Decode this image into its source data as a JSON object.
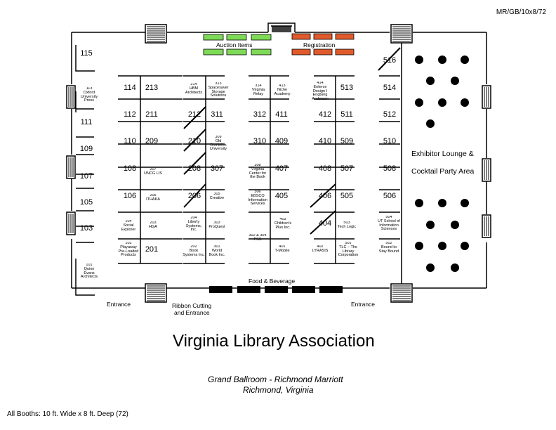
{
  "doc_code": "MR/GB/10x8/72",
  "association_title": "Virginia Library Association",
  "venue": "Grand Ballroom - Richmond Marriott",
  "city": "Richmond, Virginia",
  "booth_note": "All Booths:  10 ft. Wide x 8 ft. Deep  (72)",
  "areas": {
    "auction": "Auction Items",
    "registration": "Registration",
    "lounge_line1": "Exhibitor Lounge &",
    "lounge_line2": "Cocktail Party Area",
    "food": "Food & Beverage",
    "entrance_left": "Entrance",
    "entrance_right": "Entrance",
    "ribbon_line1": "Ribbon Cutting",
    "ribbon_line2": "and Entrance"
  },
  "colors": {
    "auction_tables": "#7ed957",
    "registration_tables": "#e05a2b",
    "food_tables": "#000000",
    "lines": "#000000"
  },
  "booths": [
    {
      "id": "b115",
      "text": "115"
    },
    {
      "id": "b113",
      "text": "113\nOxford\nUniversity\nPress"
    },
    {
      "id": "b111",
      "text": "111"
    },
    {
      "id": "b109",
      "text": "109"
    },
    {
      "id": "b107",
      "text": "107"
    },
    {
      "id": "b105",
      "text": "105"
    },
    {
      "id": "b103",
      "text": "103"
    },
    {
      "id": "b101",
      "text": "101\nQuinn\nEvans\nArchitects"
    },
    {
      "id": "b114",
      "text": "114"
    },
    {
      "id": "b112",
      "text": "112"
    },
    {
      "id": "b110",
      "text": "110"
    },
    {
      "id": "b108",
      "text": "108"
    },
    {
      "id": "b106",
      "text": "106"
    },
    {
      "id": "b104",
      "text": "104\nSocial\nExplorer"
    },
    {
      "id": "b102",
      "text": "102\nPlayaway\nPre-Loaded\nProducts"
    },
    {
      "id": "b213",
      "text": "213"
    },
    {
      "id": "b211",
      "text": "211"
    },
    {
      "id": "b209",
      "text": "209"
    },
    {
      "id": "b207",
      "text": "207\nUNCG LIS"
    },
    {
      "id": "b205",
      "text": "205\nITHAKA"
    },
    {
      "id": "b203",
      "text": "203\nHGA"
    },
    {
      "id": "b201",
      "text": "201"
    },
    {
      "id": "b214",
      "text": "214\nHBM\nArchitects"
    },
    {
      "id": "b212",
      "text": "212"
    },
    {
      "id": "b210",
      "text": "210"
    },
    {
      "id": "b208",
      "text": "208"
    },
    {
      "id": "b206",
      "text": "206"
    },
    {
      "id": "b204",
      "text": "204\nLiberty\nSystems,\nInc."
    },
    {
      "id": "b202",
      "text": "202\nBook\nSystems Inc."
    },
    {
      "id": "b313",
      "text": "313\nSpacesaver\nStorage\nSolutions"
    },
    {
      "id": "b311",
      "text": "311"
    },
    {
      "id": "b309",
      "text": "309\nOld\nDominion\nUniversity"
    },
    {
      "id": "b307",
      "text": "307"
    },
    {
      "id": "b305",
      "text": "305\nCreative"
    },
    {
      "id": "b303",
      "text": "303\nProQuest"
    },
    {
      "id": "b301",
      "text": "301\nWorld\nBook Inc."
    },
    {
      "id": "b314",
      "text": "314\nVirginia\nRelay"
    },
    {
      "id": "b312",
      "text": "312"
    },
    {
      "id": "b310",
      "text": "310"
    },
    {
      "id": "b308",
      "text": "308\nVirginia\nCenter for\nthe Book"
    },
    {
      "id": "b306",
      "text": "306\nEBSCO\nInformation\nServices"
    },
    {
      "id": "b302",
      "text": "302 & 304\nPSS"
    },
    {
      "id": "b413",
      "text": "413\nNiche\nAcademy"
    },
    {
      "id": "b411",
      "text": "411"
    },
    {
      "id": "b409",
      "text": "409"
    },
    {
      "id": "b407",
      "text": "407"
    },
    {
      "id": "b405",
      "text": "405"
    },
    {
      "id": "b403",
      "text": "403\nChildren's\nPlus Inc."
    },
    {
      "id": "b401",
      "text": "401\nT-Mobile"
    },
    {
      "id": "b414",
      "text": "414\nEnterce\nDesign I\nEngberg\nAnderson"
    },
    {
      "id": "b412",
      "text": "412"
    },
    {
      "id": "b410",
      "text": "410"
    },
    {
      "id": "b408",
      "text": "408"
    },
    {
      "id": "b406",
      "text": "406"
    },
    {
      "id": "b404",
      "text": "404"
    },
    {
      "id": "b402",
      "text": "402\nLYRASIS"
    },
    {
      "id": "b513",
      "text": "513"
    },
    {
      "id": "b511",
      "text": "511"
    },
    {
      "id": "b509",
      "text": "509"
    },
    {
      "id": "b507",
      "text": "507"
    },
    {
      "id": "b505",
      "text": "505"
    },
    {
      "id": "b503",
      "text": "503\nTech Logic"
    },
    {
      "id": "b501",
      "text": "501\nTLC – The\nLibrary\nCorporation"
    },
    {
      "id": "b516",
      "text": "516"
    },
    {
      "id": "b514",
      "text": "514"
    },
    {
      "id": "b512",
      "text": "512"
    },
    {
      "id": "b510",
      "text": "510"
    },
    {
      "id": "b508",
      "text": "508"
    },
    {
      "id": "b506",
      "text": "506"
    },
    {
      "id": "b504",
      "text": "504\nUT School of\nInformation\nSciences"
    },
    {
      "id": "b502",
      "text": "502\nBound to\nStay Bound"
    }
  ]
}
